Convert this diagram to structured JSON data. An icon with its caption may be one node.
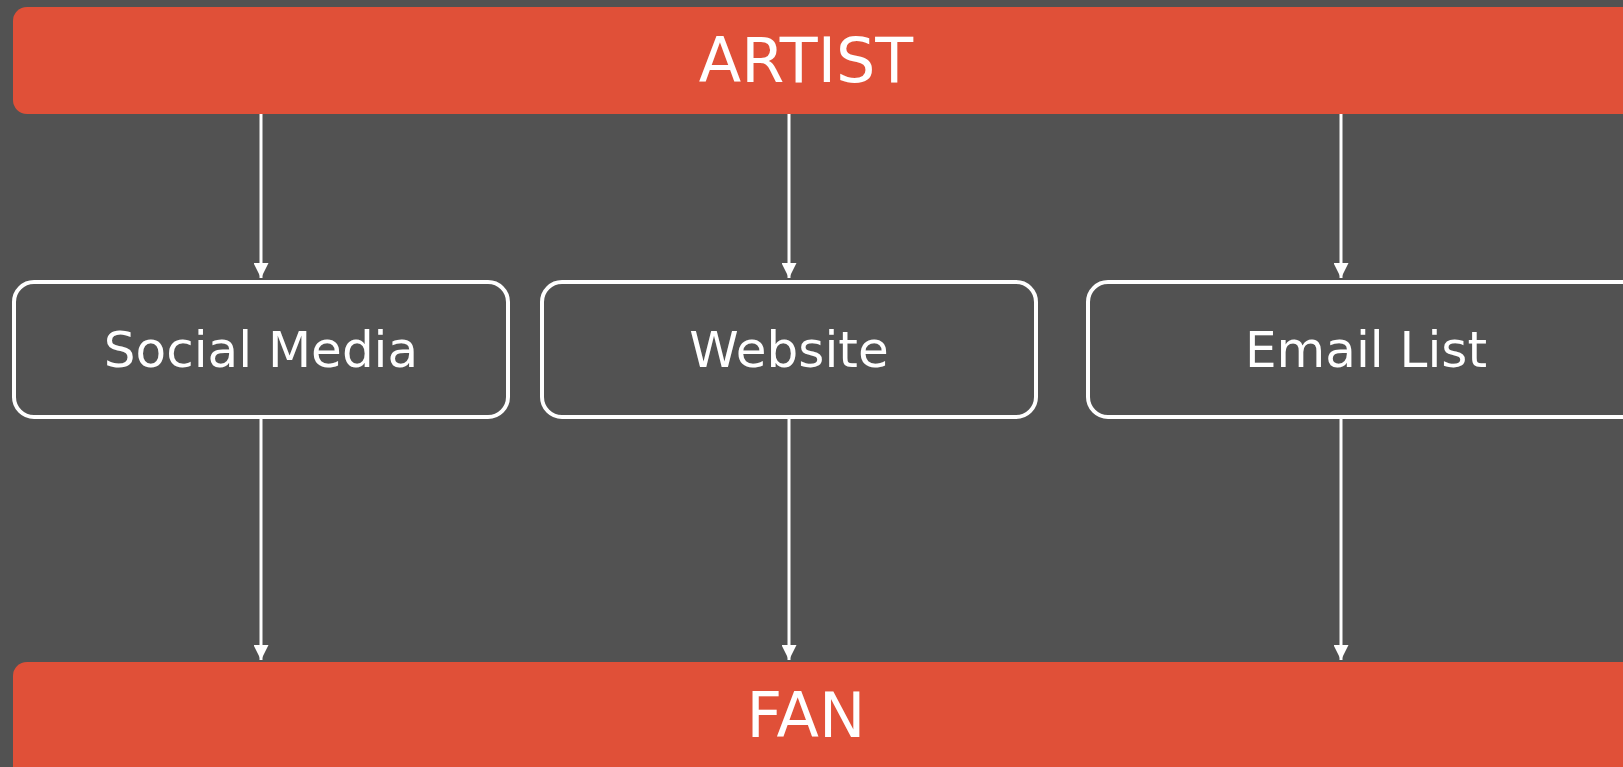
{
  "diagram": {
    "nodes": [
      {
        "text": [
          "ARTIST"
        ]
      },
      {
        "text": [
          "Social Media"
        ]
      },
      {
        "text": [
          "Website"
        ]
      },
      {
        "text": [
          "Email List"
        ]
      },
      {
        "text": [
          "FAN"
        ]
      }
    ],
    "edges": [
      {
        "from": 0,
        "to": 1,
        "arrow": "to"
      },
      {
        "from": 0,
        "to": 2,
        "arrow": "to"
      },
      {
        "from": 0,
        "to": 3,
        "arrow": "to"
      },
      {
        "from": 1,
        "to": 4,
        "arrow": "to"
      },
      {
        "from": 2,
        "to": 4,
        "arrow": "to"
      },
      {
        "from": 3,
        "to": 4,
        "arrow": "to"
      }
    ]
  }
}
